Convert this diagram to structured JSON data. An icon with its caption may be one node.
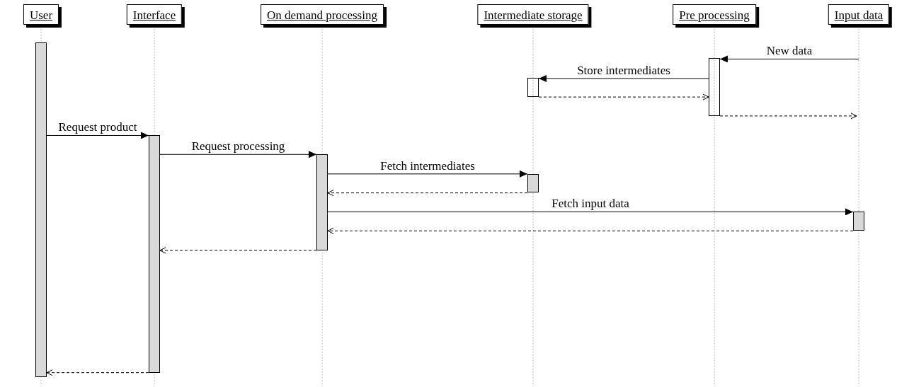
{
  "diagram": {
    "nodes": [
      {
        "text": [
          "User"
        ]
      },
      {
        "text": [
          "Interface"
        ]
      },
      {
        "text": [
          "On demand processing"
        ]
      },
      {
        "text": [
          "Intermediate storage"
        ]
      },
      {
        "text": [
          "Pre processing"
        ]
      },
      {
        "text": [
          "Input data"
        ]
      },
      {
        "text": [],
        "shape": "bar"
      },
      {
        "text": [],
        "shape": "bar"
      },
      {
        "text": [],
        "shape": "bar"
      },
      {
        "text": [],
        "shape": "bar"
      },
      {
        "text": [],
        "shape": "bar"
      },
      {
        "text": [],
        "shape": "bar"
      },
      {
        "text": [],
        "shape": "bar"
      }
    ],
    "edges": [
      {
        "from": null,
        "to": 7,
        "arrow": "to",
        "label": "New data"
      },
      {
        "from": 7,
        "to": 8,
        "arrow": "to",
        "label": "Store intermediates"
      },
      {
        "from": 8,
        "to": 7,
        "arrow": "to",
        "style": "dashed"
      },
      {
        "from": 7,
        "to": null,
        "arrow": "to",
        "style": "dashed"
      },
      {
        "from": 6,
        "to": 9,
        "arrow": "to",
        "label": "Request product"
      },
      {
        "from": 9,
        "to": 10,
        "arrow": "to",
        "label": "Request processing"
      },
      {
        "from": 10,
        "to": 11,
        "arrow": "to",
        "label": "Fetch intermediates"
      },
      {
        "from": 11,
        "to": 10,
        "arrow": "to",
        "style": "dashed"
      },
      {
        "from": 10,
        "to": 12,
        "arrow": "to",
        "label": "Fetch input data"
      },
      {
        "from": 12,
        "to": 10,
        "arrow": "to",
        "style": "dashed"
      },
      {
        "from": 10,
        "to": 9,
        "arrow": "to",
        "style": "dashed"
      },
      {
        "from": 9,
        "to": 6,
        "arrow": "to",
        "style": "dashed"
      }
    ]
  }
}
